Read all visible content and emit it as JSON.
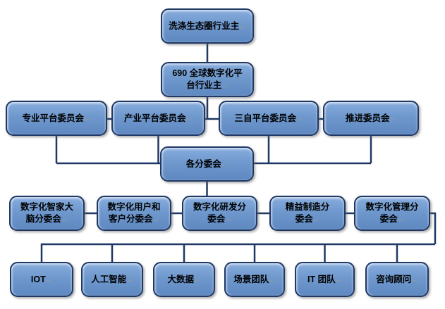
{
  "diagram": {
    "type": "org-chart",
    "nodes": {
      "root": "洗涤生态圈行业主",
      "owner": "690 全球数字化平\n台行业主",
      "committees": [
        "专业平台委员会",
        "产业平台委员会",
        "三自平台委员会",
        "推进委员会"
      ],
      "hub": "各分委会",
      "subcommittees": [
        "数字化智家大\n脑分委会",
        "数字化用户和\n客户分委会",
        "数字化研发分\n委会",
        "精益制造分\n委会",
        "数字化管理分\n委会"
      ],
      "teams": [
        "IOT",
        "人工智能",
        "大数据",
        "场景团队",
        "IT 团队",
        "咨询顾问"
      ]
    },
    "marks": {
      "return": "↵"
    },
    "colors": {
      "box_fill_top": "#86acdd",
      "box_fill_bottom": "#5e88c1",
      "box_border": "#1f3864",
      "connector": "#1f3864",
      "text": "#000000",
      "return_mark": "#8e9aa6"
    }
  }
}
